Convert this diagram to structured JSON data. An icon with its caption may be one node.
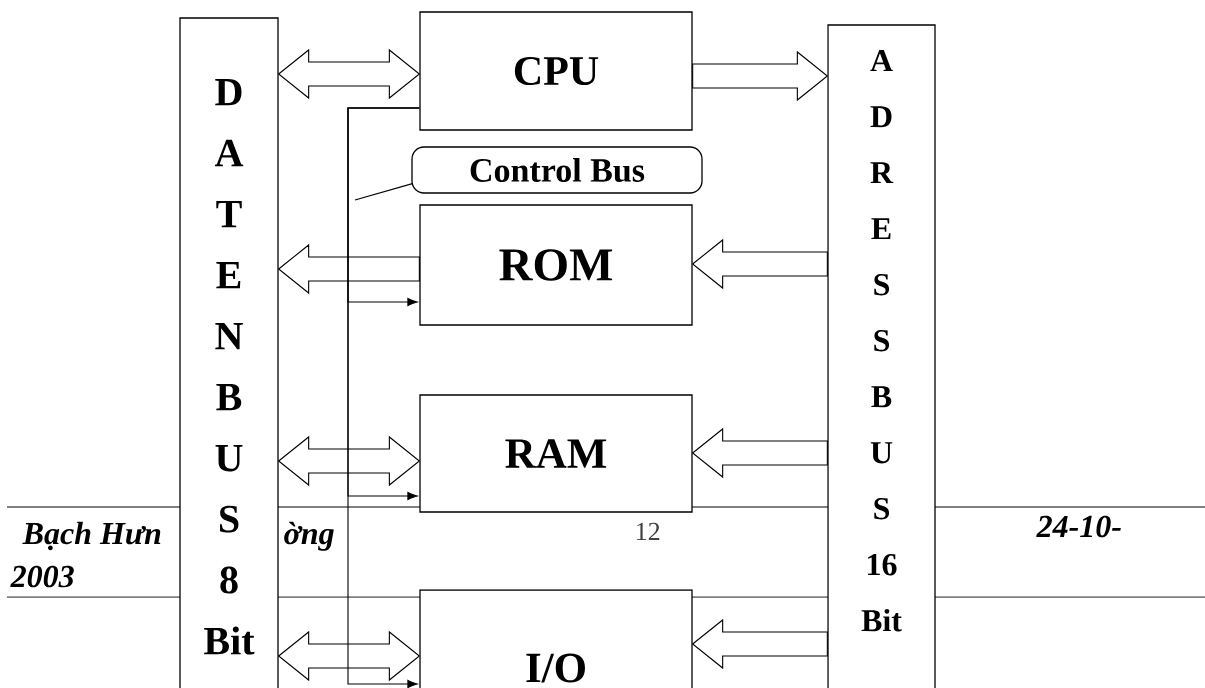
{
  "diagram": {
    "nodes": [
      {
        "text": [
          "D A T E N B U S 8 Bit"
        ]
      },
      {
        "text": [
          "CPU"
        ]
      },
      {
        "text": [
          "A D R E S S B U S 16 Bit"
        ]
      },
      {
        "text": [
          "Control Bus"
        ]
      },
      {
        "text": [
          "ROM"
        ]
      },
      {
        "text": [
          "RAM"
        ]
      },
      {
        "text": [
          "I/O"
        ]
      }
    ],
    "edges": [
      {
        "from": 0,
        "to": 1,
        "arrow": "both"
      },
      {
        "from": 1,
        "to": 2,
        "arrow": "to"
      },
      {
        "from": 4,
        "to": 0,
        "arrow": "to"
      },
      {
        "from": 2,
        "to": 4,
        "arrow": "to"
      },
      {
        "from": 0,
        "to": 5,
        "arrow": "both"
      },
      {
        "from": 2,
        "to": 5,
        "arrow": "to"
      },
      {
        "from": 0,
        "to": 6,
        "arrow": "both"
      },
      {
        "from": 2,
        "to": 6,
        "arrow": "to"
      },
      {
        "from": 1,
        "to": 4,
        "arrow": "to"
      },
      {
        "from": 1,
        "to": 5,
        "arrow": "to"
      },
      {
        "from": 1,
        "to": 6,
        "arrow": "to"
      },
      {
        "from": 3,
        "to": null,
        "arrow": "none"
      }
    ],
    "labels": [
      "Bạch Hưn",
      "ờng",
      "12",
      "24-10-",
      "2003"
    ]
  }
}
